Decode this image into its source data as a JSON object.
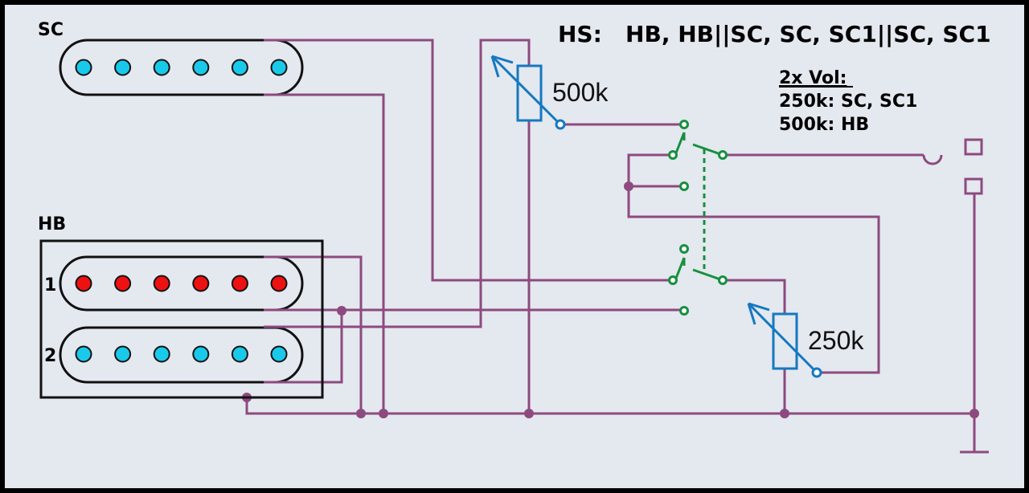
{
  "title": "HS:   HB, HB||SC, SC, SC1||SC, SC1",
  "pickups": {
    "sc_label": "SC",
    "hb_label": "HB",
    "coil1_label": "1",
    "coil2_label": "2"
  },
  "pots": {
    "pot1_value": "500k",
    "pot2_value": "250k"
  },
  "notes": {
    "heading": "2x Vol:",
    "line1": "250k: SC, SC1",
    "line2": "500k: HB"
  },
  "colors": {
    "background": "#e4e8ef",
    "wire": "#8d4a7e",
    "switch": "#17903f",
    "pot": "#1579c0",
    "pole_blue": "#19c9ea",
    "pole_red": "#ee1111"
  },
  "pole_counts": {
    "sc": 6,
    "coil1": 6,
    "coil2": 6
  }
}
